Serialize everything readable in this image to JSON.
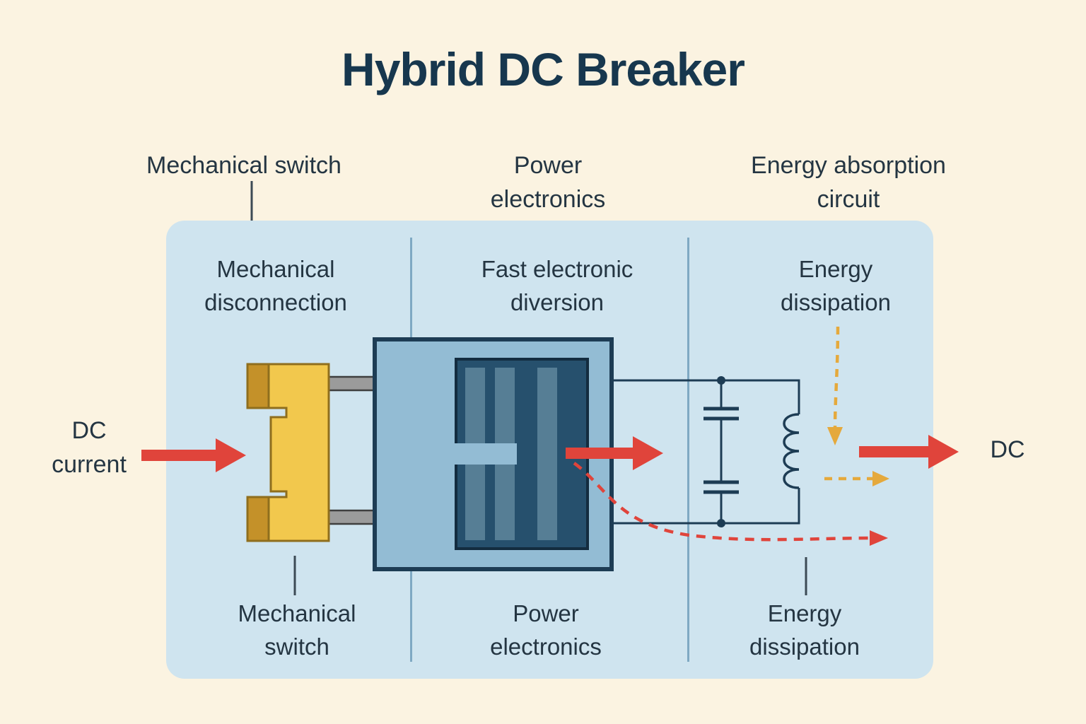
{
  "title": "Hybrid DC Breaker",
  "input": {
    "label": "DC\ncurrent"
  },
  "output": {
    "label": "DC"
  },
  "stages": [
    {
      "top_label": "Mechanical switch",
      "header": "Mechanical\ndisconnection",
      "bottom_label": "Mechanical\nswitch"
    },
    {
      "top_label": "Power\nelectronics",
      "header": "Fast electronic\ndiversion",
      "bottom_label": "Power\nelectronics"
    },
    {
      "top_label": "Energy absorption\ncircuit",
      "header": "Energy\ndissipation",
      "bottom_label": "Energy\ndissipation"
    }
  ],
  "colors": {
    "background": "#fbf3e1",
    "panel": "#cfe4ef",
    "divider": "#7fa9c3",
    "title_text": "#17374e",
    "label_text": "#243542",
    "arrow_red": "#e0443b",
    "dashed_yellow": "#e5a93c",
    "switch_yellow": "#f2c84d",
    "switch_gold": "#c49129",
    "switch_outline": "#8f6e1d",
    "rod_gray": "#9b9b9b",
    "box_blue": "#93bcd4",
    "box_border": "#1d3c54",
    "module_navy": "#26506d",
    "module_bar": "#567e95",
    "wire": "#1d3c54",
    "callout_line": "#3c4a55"
  }
}
